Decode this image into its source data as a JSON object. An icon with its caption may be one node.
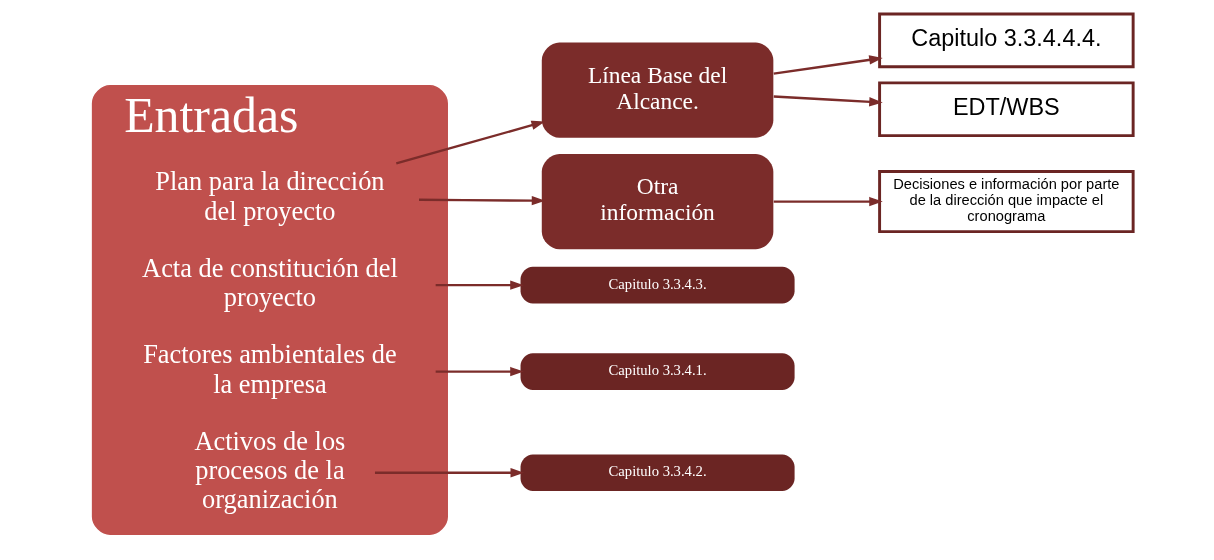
{
  "diagram": {
    "nodes": [
      {
        "text": [
          "Entradas"
        ]
      },
      {
        "text": [
          "Plan para la dirección del proyecto"
        ],
        "in": 0
      },
      {
        "text": [
          "Acta de constitución del proyecto"
        ],
        "in": 0
      },
      {
        "text": [
          "Factores ambientales de la empresa"
        ],
        "in": 0
      },
      {
        "text": [
          "Activos de los procesos de la organización"
        ],
        "in": 0
      },
      {
        "text": [
          "Línea Base del Alcance."
        ]
      },
      {
        "text": [
          "Capitulo 3.3.4.4.4."
        ]
      },
      {
        "text": [
          "EDT/WBS"
        ]
      },
      {
        "text": [
          "Otra información"
        ]
      },
      {
        "text": [
          "Decisiones e información por parte de la dirección que impacte el cronograma"
        ]
      },
      {
        "text": [
          "Capitulo 3.3.4.3."
        ]
      },
      {
        "text": [
          "Capitulo 3.3.4.1."
        ]
      },
      {
        "text": [
          "Capitulo 3.3.4.2."
        ]
      }
    ],
    "edges": [
      {
        "from": 1,
        "to": 5,
        "arrow": "to"
      },
      {
        "from": 1,
        "to": 8,
        "arrow": "to"
      },
      {
        "from": 2,
        "to": 10,
        "arrow": "to"
      },
      {
        "from": 3,
        "to": 11,
        "arrow": "to"
      },
      {
        "from": 4,
        "to": 12,
        "arrow": "to"
      },
      {
        "from": 5,
        "to": 6,
        "arrow": "to"
      },
      {
        "from": 5,
        "to": 7,
        "arrow": "to"
      },
      {
        "from": 8,
        "to": 9,
        "arrow": "to"
      }
    ]
  }
}
